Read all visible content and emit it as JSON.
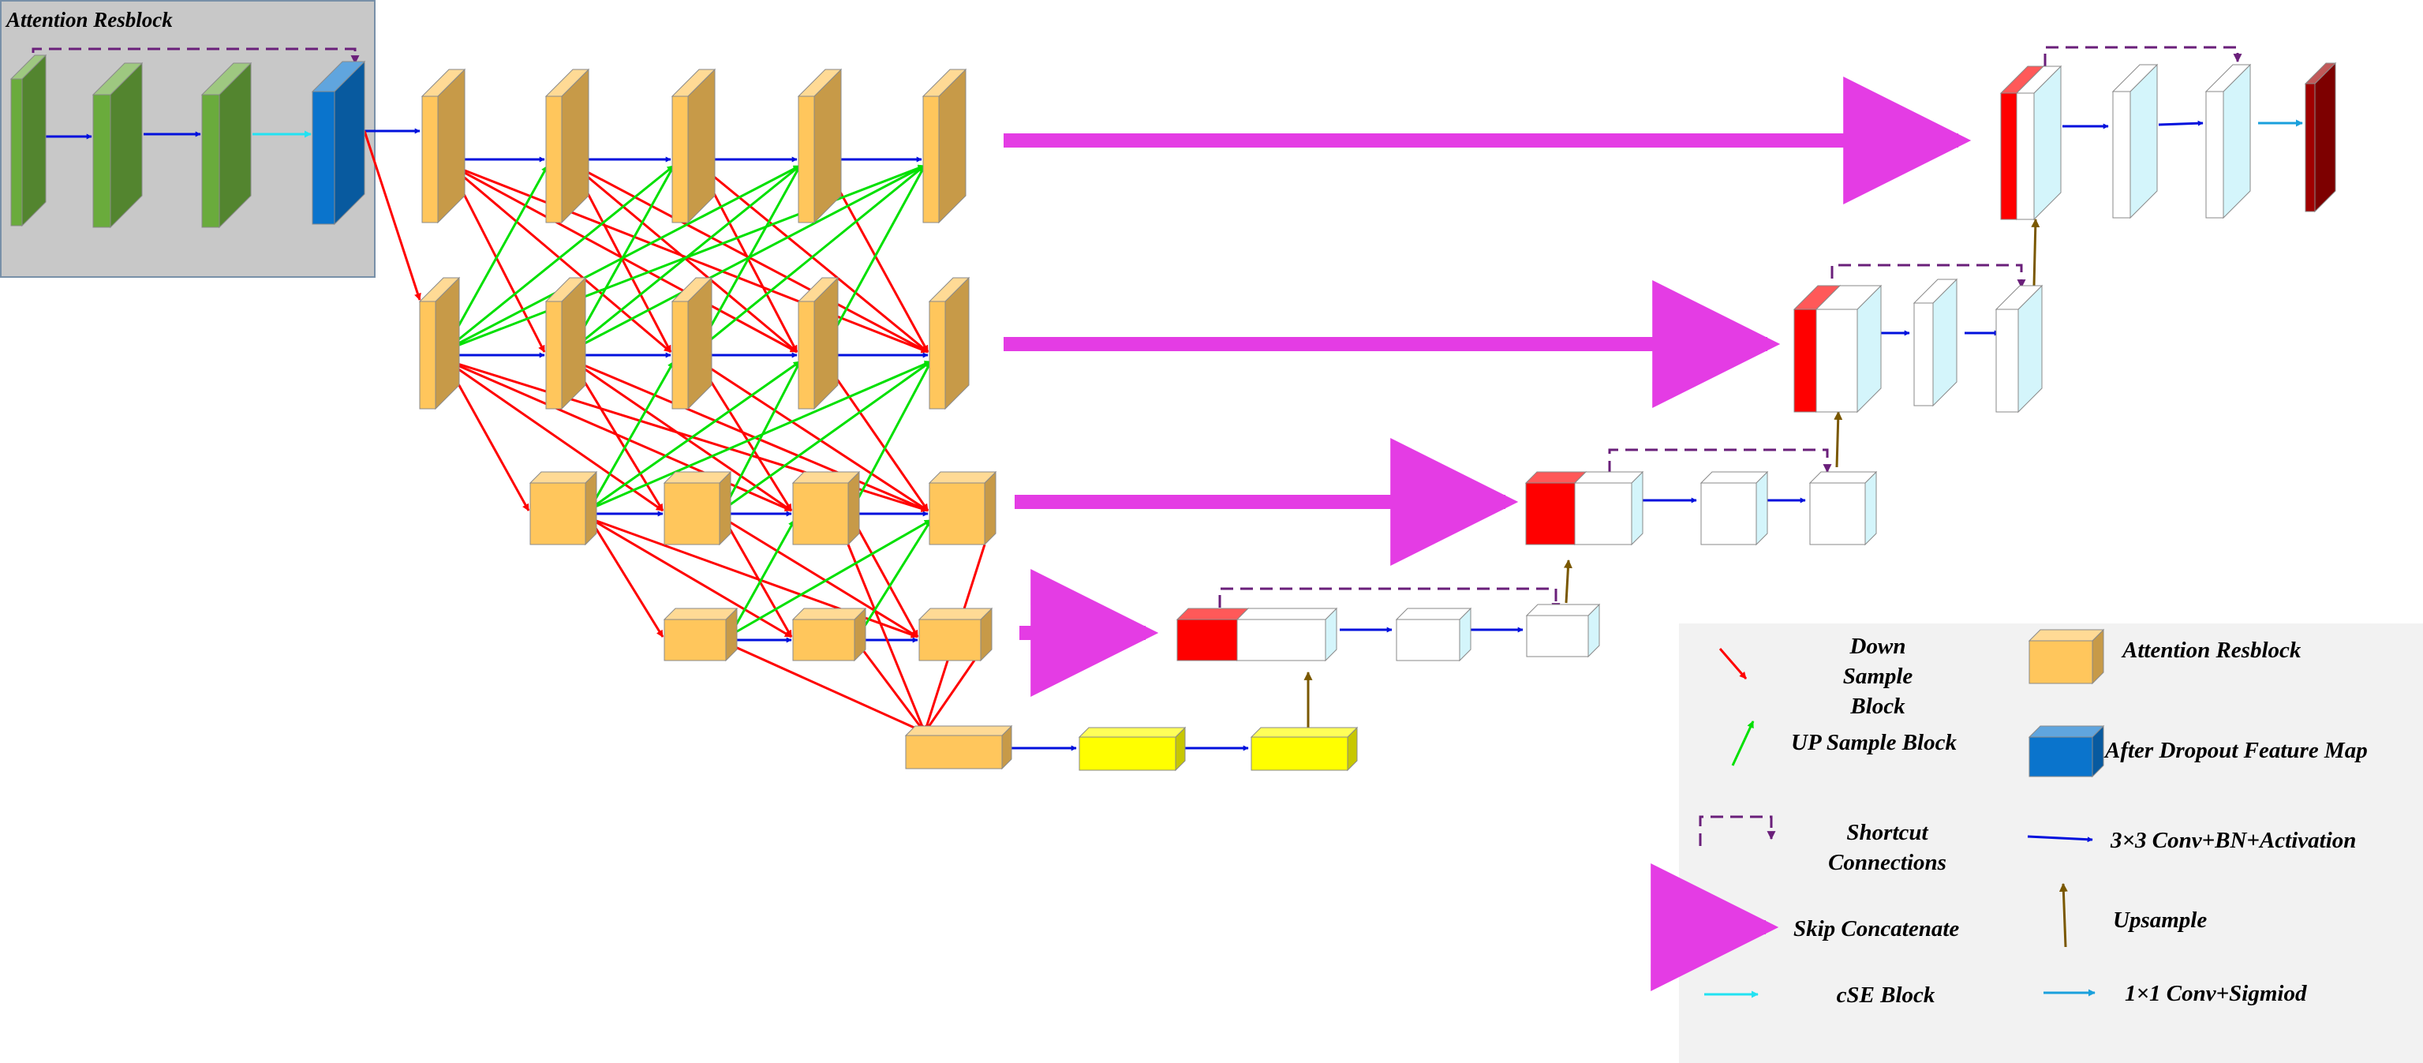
{
  "inset": {
    "title": "Attention Resblock"
  },
  "legend": {
    "down_sample": "Down Sample Block",
    "up_sample": "UP Sample Block",
    "shortcut": "Shortcut Connections",
    "skip_concat": "Skip Concatenate",
    "cse": "cSE Block",
    "attention_resblock": "Attention Resblock",
    "after_dropout": "After Dropout Feature Map",
    "conv3": "3×3 Conv+BN+Activation",
    "upsample": "Upsample",
    "conv1": "1×1 Conv+Sigmiod"
  },
  "colors": {
    "encoder_block": "#FFC65C",
    "bottleneck_block": "#FFFF00",
    "inset_block": "#6AAB3C",
    "dropout_block": "#0A74CC",
    "decoder_block": "#FFFFFF",
    "decoder_tint": "#D4F5FB",
    "concat_block": "#FF0000",
    "output_block": "#A00000",
    "down_arrow": "#FF0000",
    "up_arrow": "#00E000",
    "conv_arrow": "#0010DD",
    "cse_arrow": "#22E2F2",
    "conv1_arrow": "#1AA0DC",
    "skip_arrow": "#E43CE4",
    "upsample_arrow": "#7A5800",
    "shortcut_line": "#6A1F7A",
    "panel_bg": "#C8C8C8",
    "legend_bg": "#F2F2F2"
  }
}
